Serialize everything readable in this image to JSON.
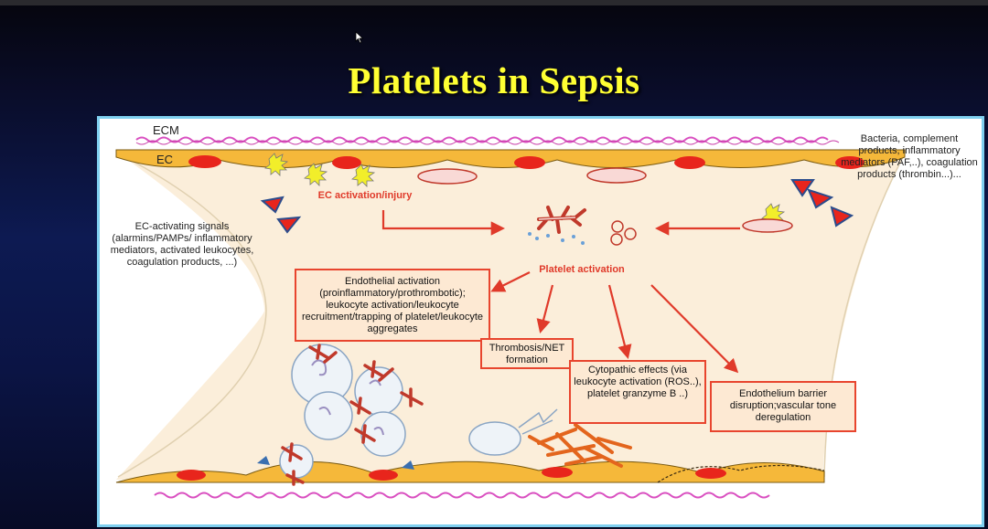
{
  "slide": {
    "title": "Platelets in Sepsis"
  },
  "diagram": {
    "layer_labels": {
      "ecm": "ECM",
      "ec": "EC"
    },
    "left_note": "EC-activating signals (alarmins/PAMPs/ inflammatory mediators, activated leukocytes, coagulation products, ...)",
    "right_note": "Bacteria, complement products, inflammatory mediators (PAF,..), coagulation products (thrombin...)...",
    "ec_activation_label": "EC activation/injury",
    "platelet_activation_label": "Platelet activation",
    "effects": {
      "endothelial": "Endothelial activation (proinflammatory/prothrombotic); leukocyte activation/leukocyte recruitment/trapping of platelet/leukocyte aggregates",
      "thrombosis": "Thrombosis/NET formation",
      "cytopathic": "Cytopathic effects (via leukocyte activation (ROS..), platelet granzyme B ..)",
      "barrier": "Endothelium barrier disruption;vascular tone deregulation"
    },
    "colors": {
      "accent_red": "#e03a2a",
      "box_border": "#e8452e",
      "vessel_fill": "#fbeeda",
      "endothelium": "#f5b83a",
      "title_yellow": "#ffff33"
    }
  }
}
